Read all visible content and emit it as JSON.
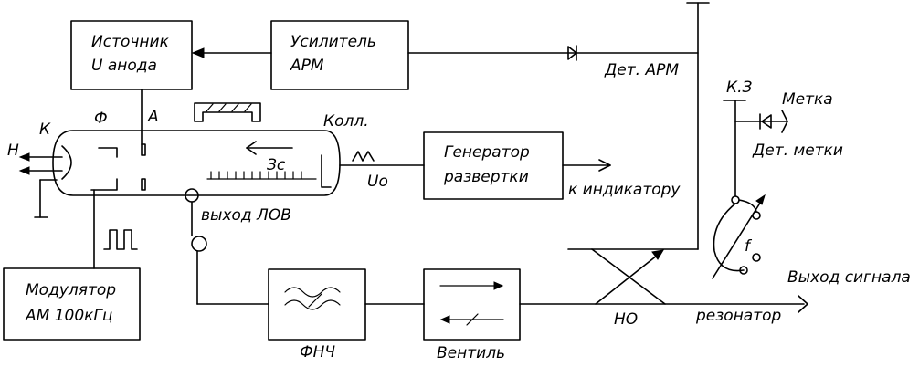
{
  "blocks": {
    "source": {
      "line1": "Источник",
      "line2": "U анода"
    },
    "amplifier": {
      "line1": "Усилитель",
      "line2": "АРМ"
    },
    "generator": {
      "line1": "Генератор",
      "line2": "развертки"
    },
    "modulator": {
      "line1": "Модулятор",
      "line2": "АМ 100кГц"
    }
  },
  "labels": {
    "det_arm": "Дет. АРМ",
    "kz": "К.З",
    "marker": "Метка",
    "det_marker": "Дет. метки",
    "cathode": "К",
    "heater": "Н",
    "focus": "Ф",
    "anode": "А",
    "collector": "Колл.",
    "wave": "Зс",
    "u0": "Uо",
    "to_indicator": "к индикатору",
    "bwo_output": "выход ЛОВ",
    "freq": "f",
    "signal_output": "Выход сигнала",
    "coupler": "НО",
    "resonator": "резонатор",
    "lpf": "ФНЧ",
    "isolator": "Вентиль"
  }
}
